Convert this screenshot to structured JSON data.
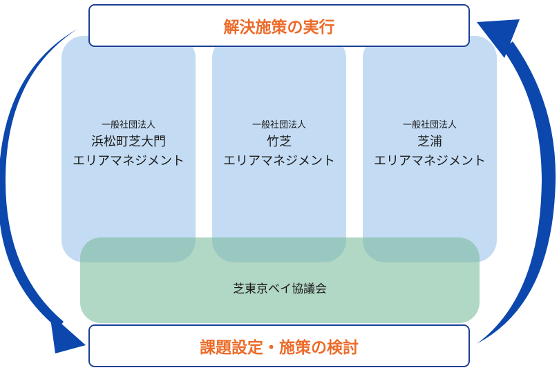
{
  "top_stage": {
    "label": "解決施策の実行"
  },
  "bottom_stage": {
    "label": "課題設定・施策の検討"
  },
  "organizations": [
    {
      "type": "一般社団法人",
      "name_line1": "浜松町芝大門",
      "name_line2": "エリアマネジメント"
    },
    {
      "type": "一般社団法人",
      "name_line1": "竹芝",
      "name_line2": "エリアマネジメント"
    },
    {
      "type": "一般社団法人",
      "name_line1": "芝浦",
      "name_line2": "エリアマネジメント"
    }
  ],
  "council": {
    "label": "芝東京ベイ協議会"
  },
  "colors": {
    "arrow": "#0b47ad",
    "stage_border": "#1a3e96",
    "stage_text": "#ec6c2a",
    "org_card": "#a8cbee",
    "council_band": "#78ba9b"
  }
}
